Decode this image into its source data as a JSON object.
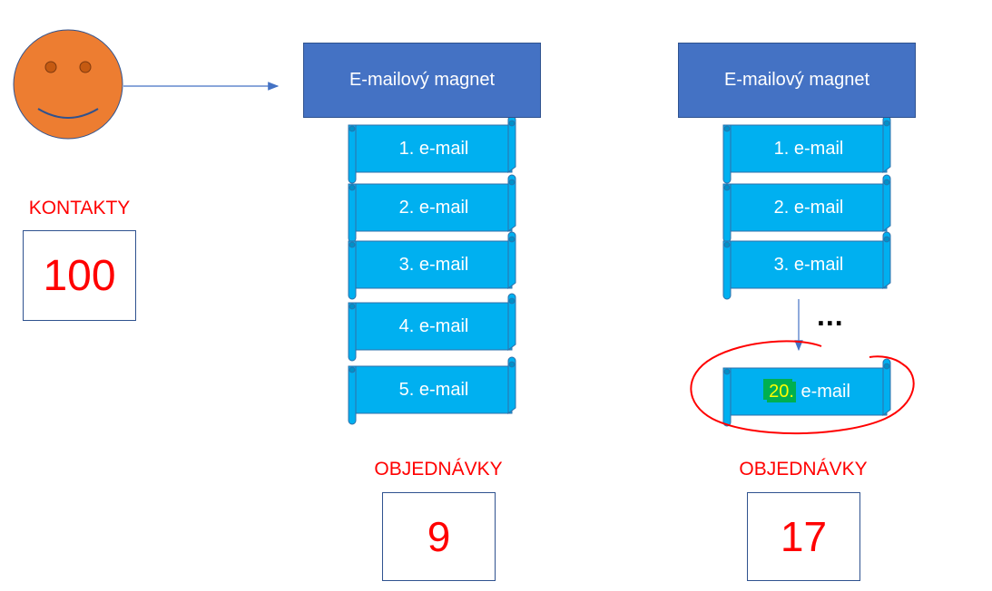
{
  "contacts": {
    "label": "KONTAKTY",
    "value": "100"
  },
  "colors": {
    "face": "#ED7D31",
    "magnet": "#4472C4",
    "scroll": "#00B0F0",
    "red": "#FF0000",
    "highlight": "#00B050",
    "highlight_text": "#FFFF00"
  },
  "sequence_left": {
    "magnet": "E-mailový magnet",
    "emails": [
      "1. e-mail",
      "2. e-mail",
      "3. e-mail",
      "4. e-mail",
      "5. e-mail"
    ],
    "orders_label": "OBJEDNÁVKY",
    "orders_value": "9"
  },
  "sequence_right": {
    "magnet": "E-mailový magnet",
    "emails": [
      "1. e-mail",
      "2. e-mail",
      "3. e-mail"
    ],
    "ellipsis": "...",
    "last_email_number": "20.",
    "last_email_rest": " e-mail",
    "orders_label": "OBJEDNÁVKY",
    "orders_value": "17"
  }
}
